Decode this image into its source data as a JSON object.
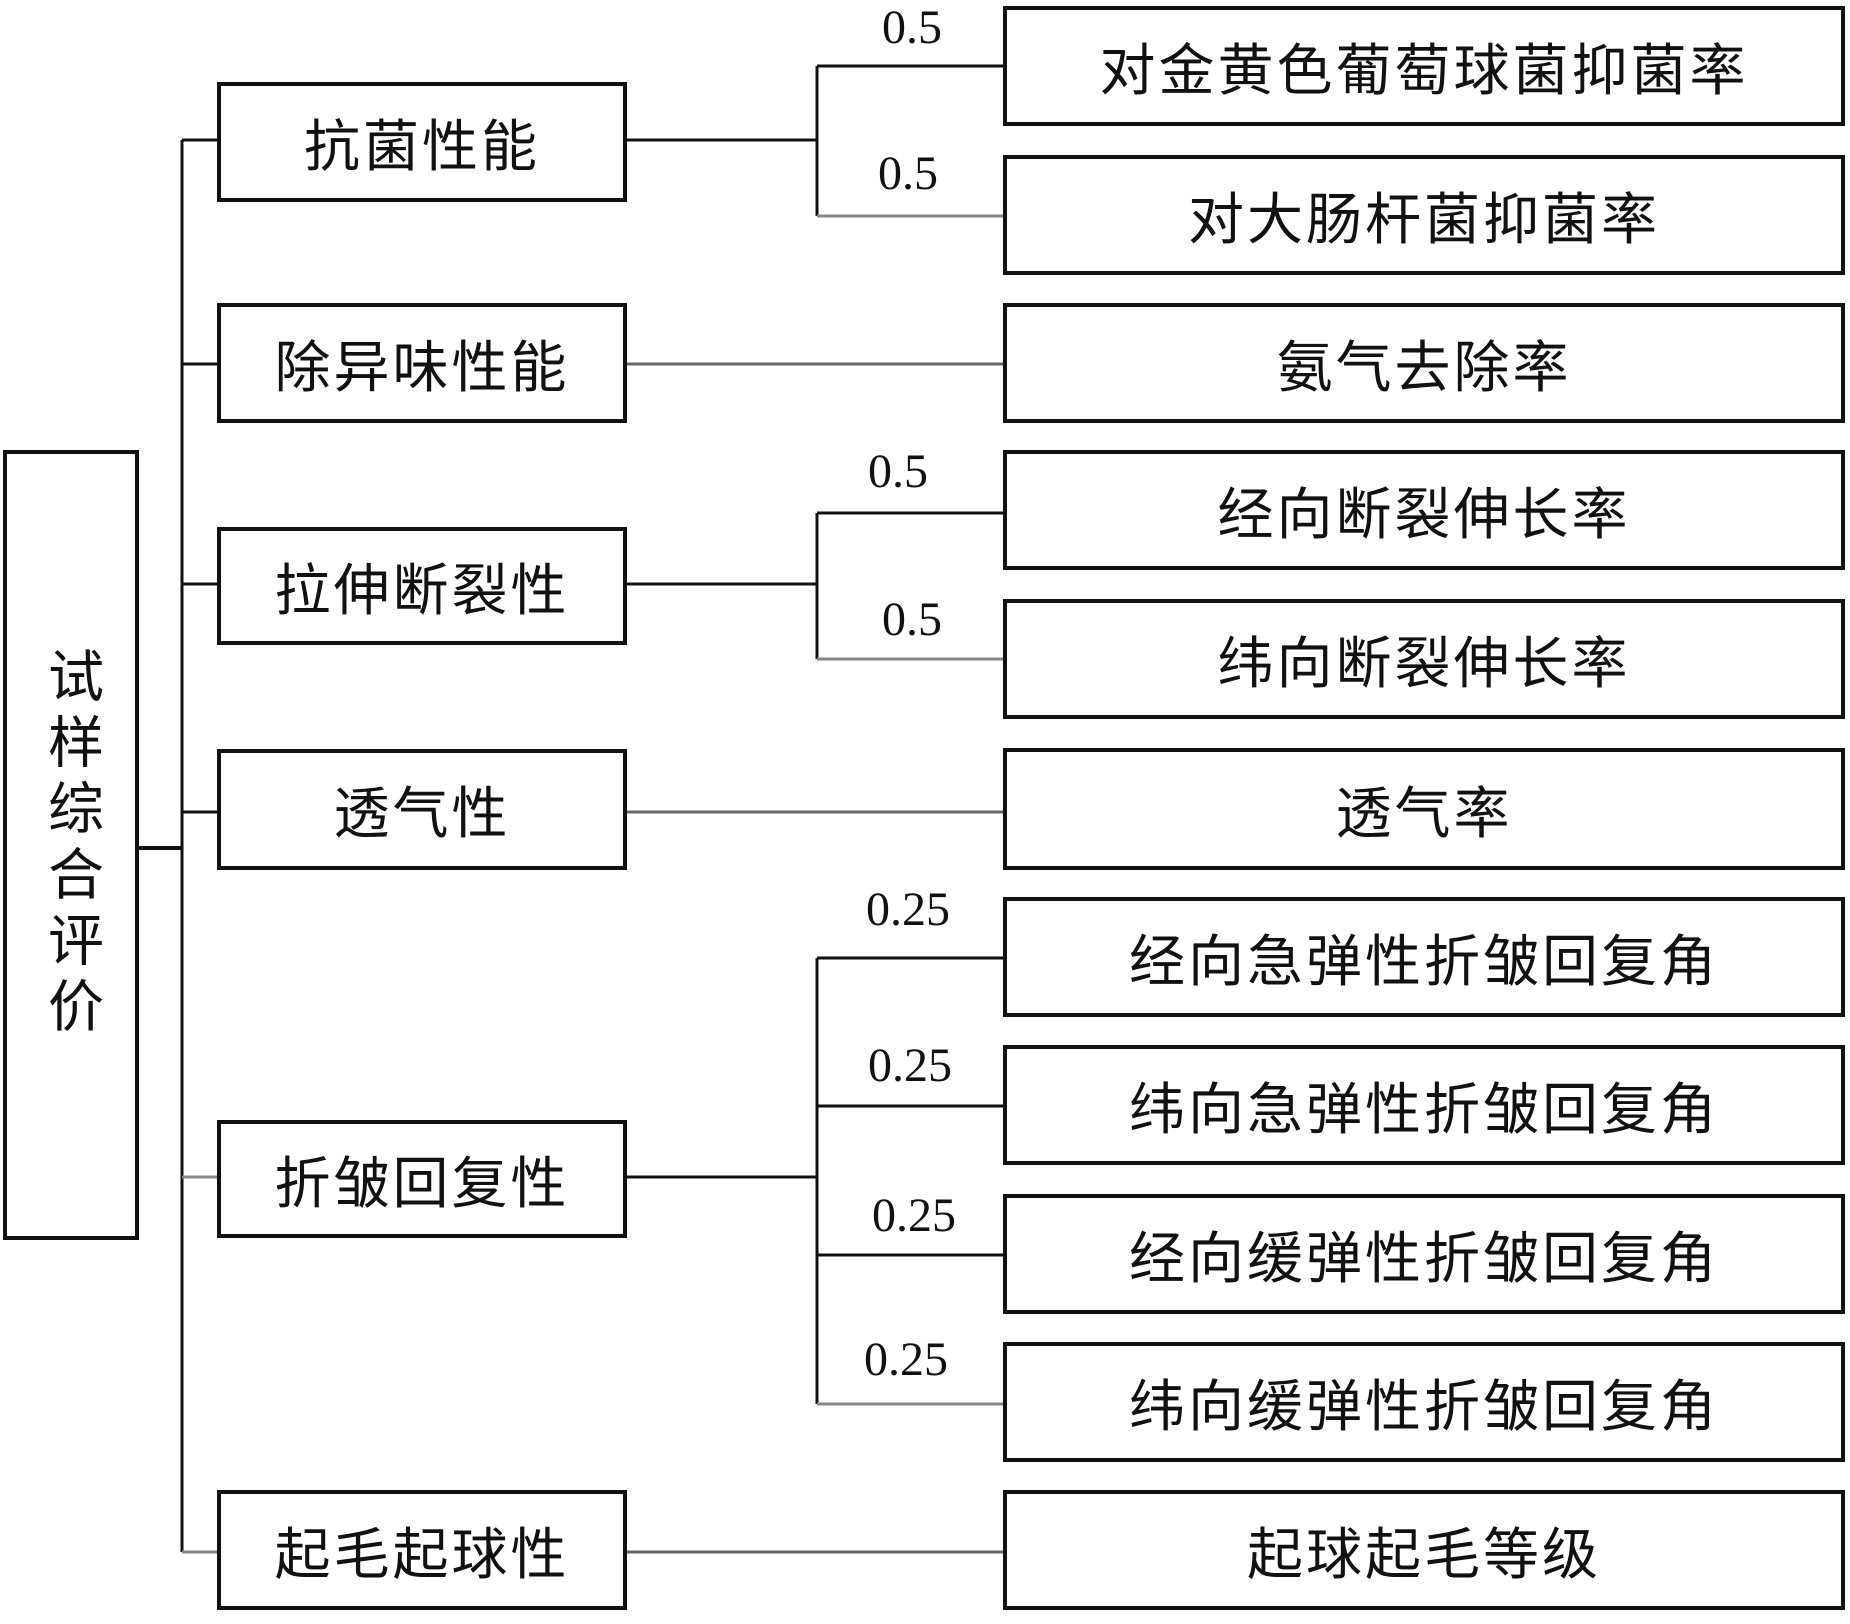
{
  "root": {
    "label": "试样综合评价"
  },
  "criteria": [
    {
      "label": "抗菌性能",
      "indicators": [
        {
          "label": "对金黄色葡萄球菌抑菌率",
          "weight": "0.5"
        },
        {
          "label": "对大肠杆菌抑菌率",
          "weight": "0.5"
        }
      ]
    },
    {
      "label": "除异味性能",
      "indicators": [
        {
          "label": "氨气去除率"
        }
      ]
    },
    {
      "label": "拉伸断裂性",
      "indicators": [
        {
          "label": "经向断裂伸长率",
          "weight": "0.5"
        },
        {
          "label": "纬向断裂伸长率",
          "weight": "0.5"
        }
      ]
    },
    {
      "label": "透气性",
      "indicators": [
        {
          "label": "透气率"
        }
      ]
    },
    {
      "label": "折皱回复性",
      "indicators": [
        {
          "label": "经向急弹性折皱回复角",
          "weight": "0.25"
        },
        {
          "label": "纬向急弹性折皱回复角",
          "weight": "0.25"
        },
        {
          "label": "经向缓弹性折皱回复角",
          "weight": "0.25"
        },
        {
          "label": "纬向缓弹性折皱回复角",
          "weight": "0.25"
        }
      ]
    },
    {
      "label": "起毛起球性",
      "indicators": [
        {
          "label": "起球起毛等级"
        }
      ]
    }
  ]
}
